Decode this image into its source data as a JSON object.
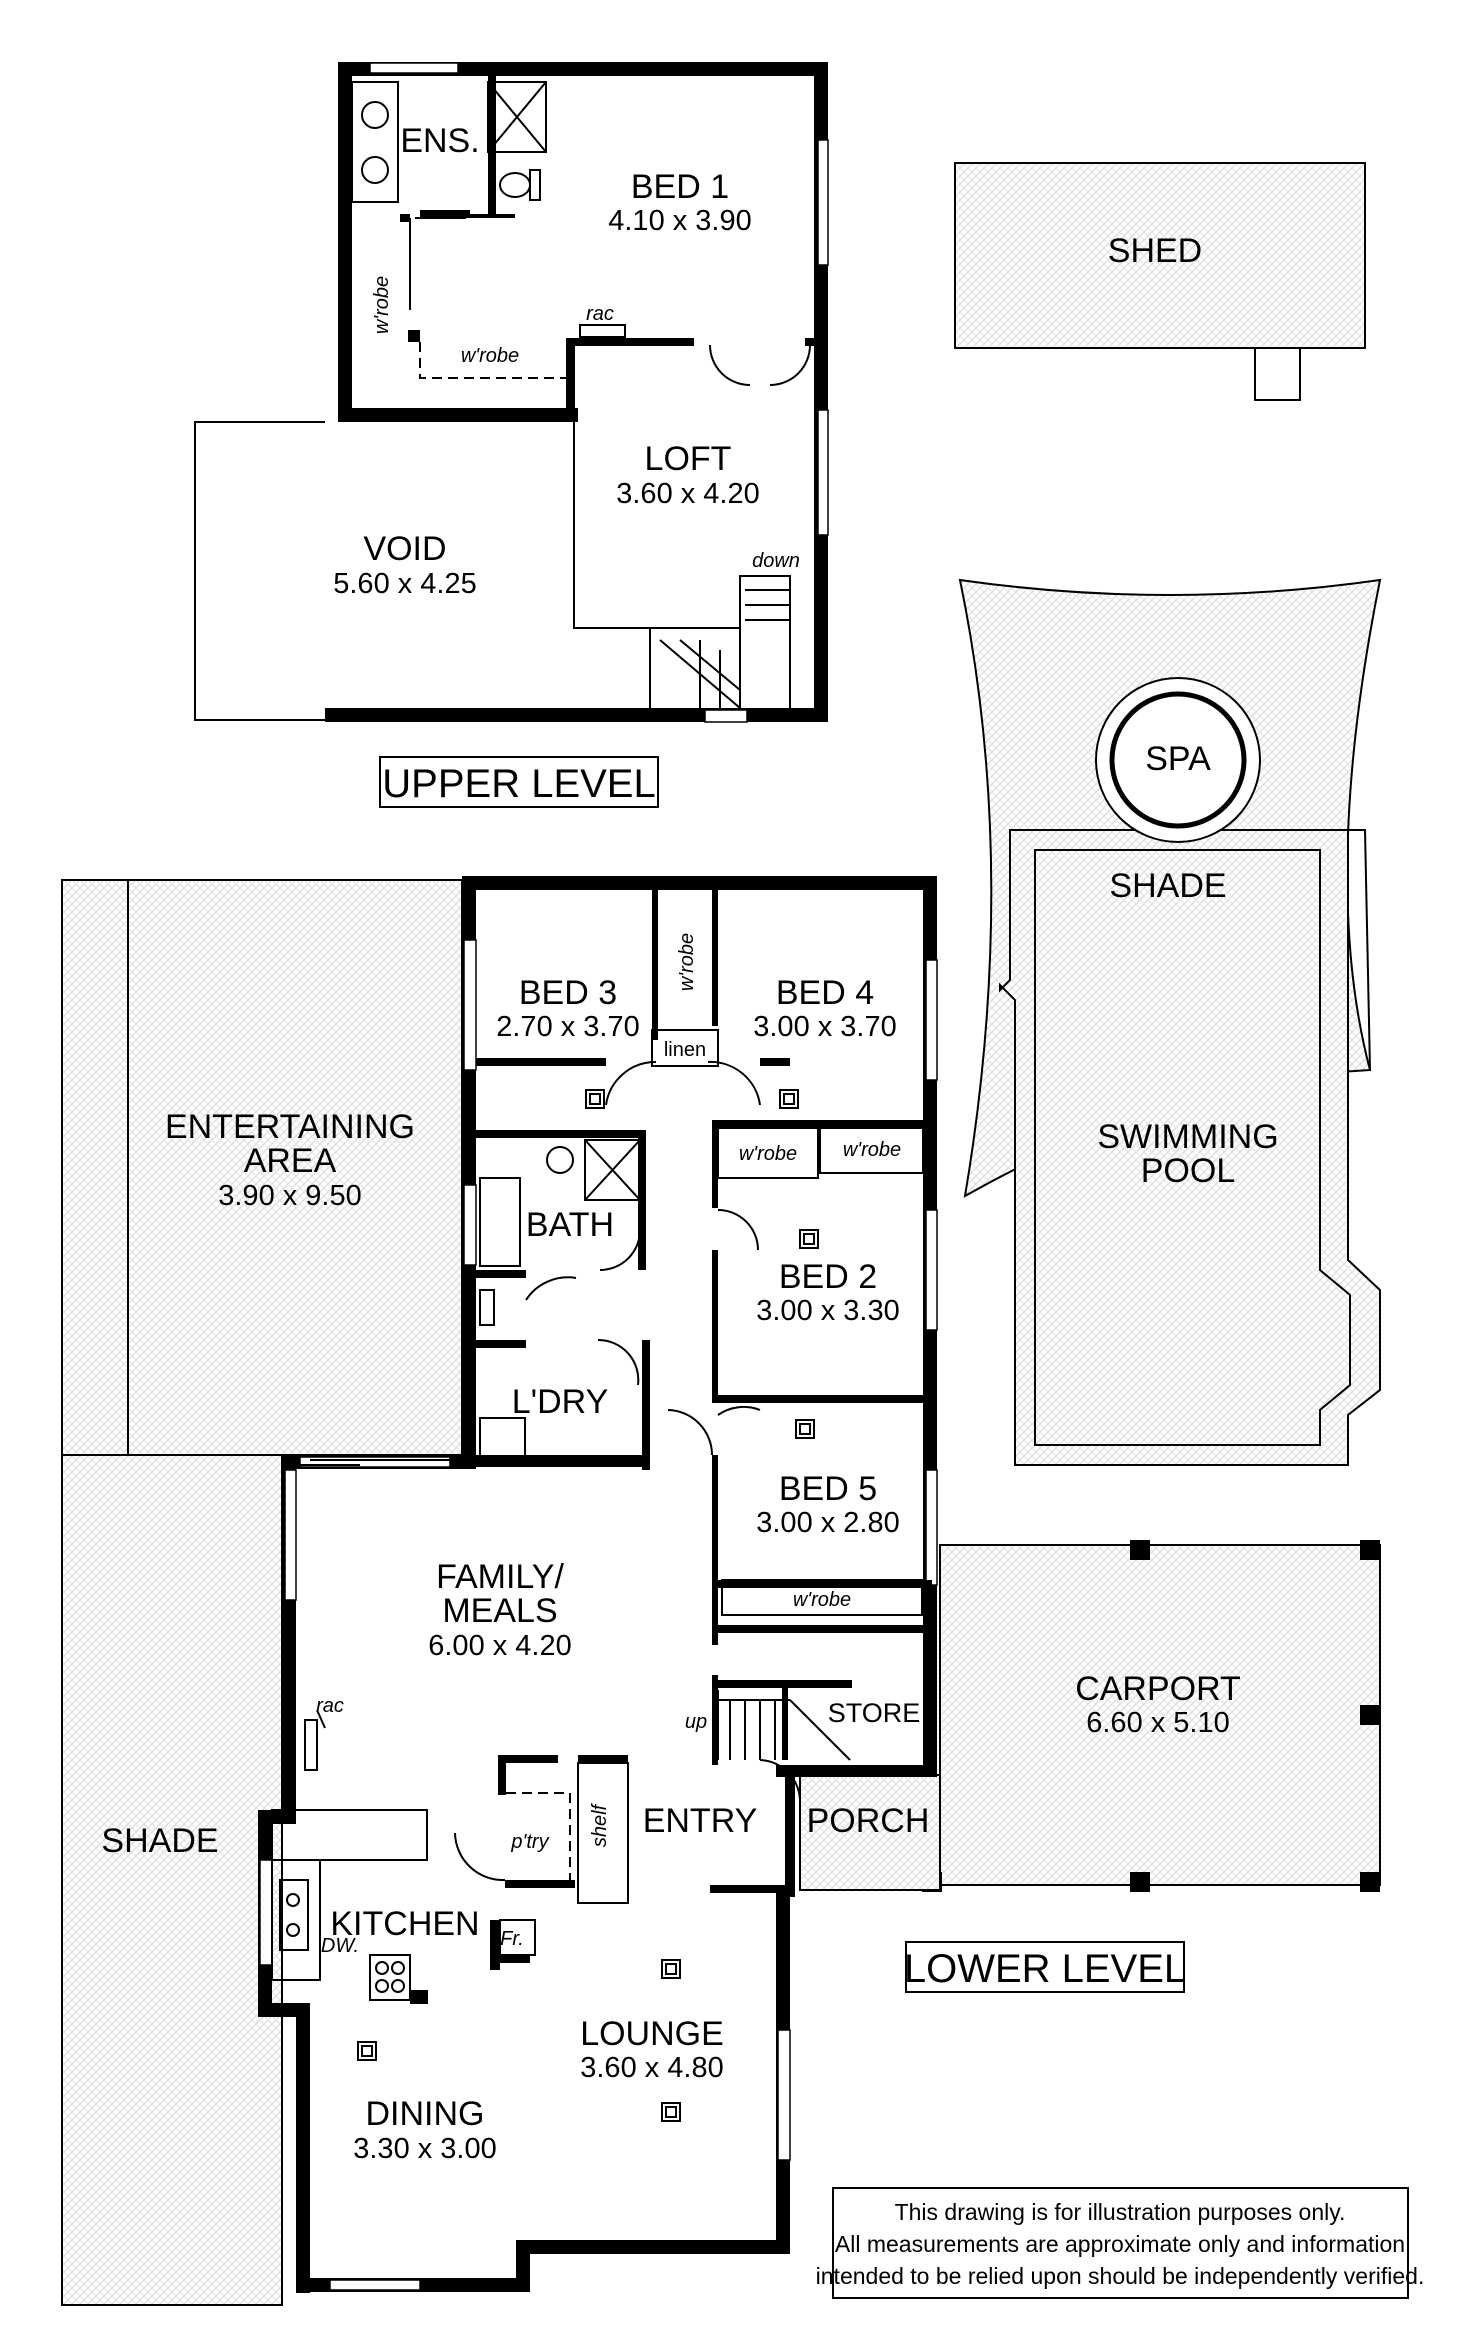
{
  "upper": {
    "title": "UPPER LEVEL",
    "rooms": {
      "ens": {
        "name": "ENS.",
        "dims": ""
      },
      "bed1": {
        "name": "BED 1",
        "dims": "4.10 x 3.90"
      },
      "loft": {
        "name": "LOFT",
        "dims": "3.60 x 4.20"
      },
      "void": {
        "name": "VOID",
        "dims": "5.60 x 4.25"
      }
    },
    "notes": {
      "wrobe_v": "w'robe",
      "wrobe_h": "w'robe",
      "rac": "rac",
      "down": "down"
    }
  },
  "shed": {
    "name": "SHED"
  },
  "pool": {
    "spa": "SPA",
    "shade": "SHADE",
    "pool_line1": "SWIMMING",
    "pool_line2": "POOL"
  },
  "lower": {
    "title": "LOWER LEVEL",
    "rooms": {
      "bed3": {
        "name": "BED 3",
        "dims": "2.70 x 3.70"
      },
      "bed4": {
        "name": "BED 4",
        "dims": "3.00 x 3.70"
      },
      "bed2": {
        "name": "BED 2",
        "dims": "3.00 x 3.30"
      },
      "bed5": {
        "name": "BED 5",
        "dims": "3.00 x 2.80"
      },
      "bath": {
        "name": "BATH"
      },
      "ldry": {
        "name": "L'DRY"
      },
      "ent": {
        "line1": "ENTERTAINING",
        "line2": "AREA",
        "dims": "3.90 x 9.50"
      },
      "family": {
        "line1": "FAMILY/",
        "line2": "MEALS",
        "dims": "6.00 x 4.20"
      },
      "kitchen": {
        "name": "KITCHEN"
      },
      "dining": {
        "name": "DINING",
        "dims": "3.30 x 3.00"
      },
      "lounge": {
        "name": "LOUNGE",
        "dims": "3.60 x 4.80"
      },
      "entry": {
        "name": "ENTRY"
      },
      "porch": {
        "name": "PORCH"
      },
      "store": {
        "name": "STORE"
      },
      "carport": {
        "name": "CARPORT",
        "dims": "6.60 x 5.10"
      },
      "shade": {
        "name": "SHADE"
      }
    },
    "notes": {
      "wrobe_bed3": "w'robe",
      "linen": "linen",
      "wrobe_a": "w'robe",
      "wrobe_b": "w'robe",
      "wrobe_bed5": "w'robe",
      "rac": "rac",
      "up": "up",
      "pantry": "p'try",
      "shelf": "shelf",
      "dw": "DW.",
      "fridge": "Fr."
    }
  },
  "disclaimer": {
    "line1": "This drawing is for illustration purposes only.",
    "line2": "All measurements are approximate only and information",
    "line3": "intended to be relied upon should be independently verified."
  }
}
